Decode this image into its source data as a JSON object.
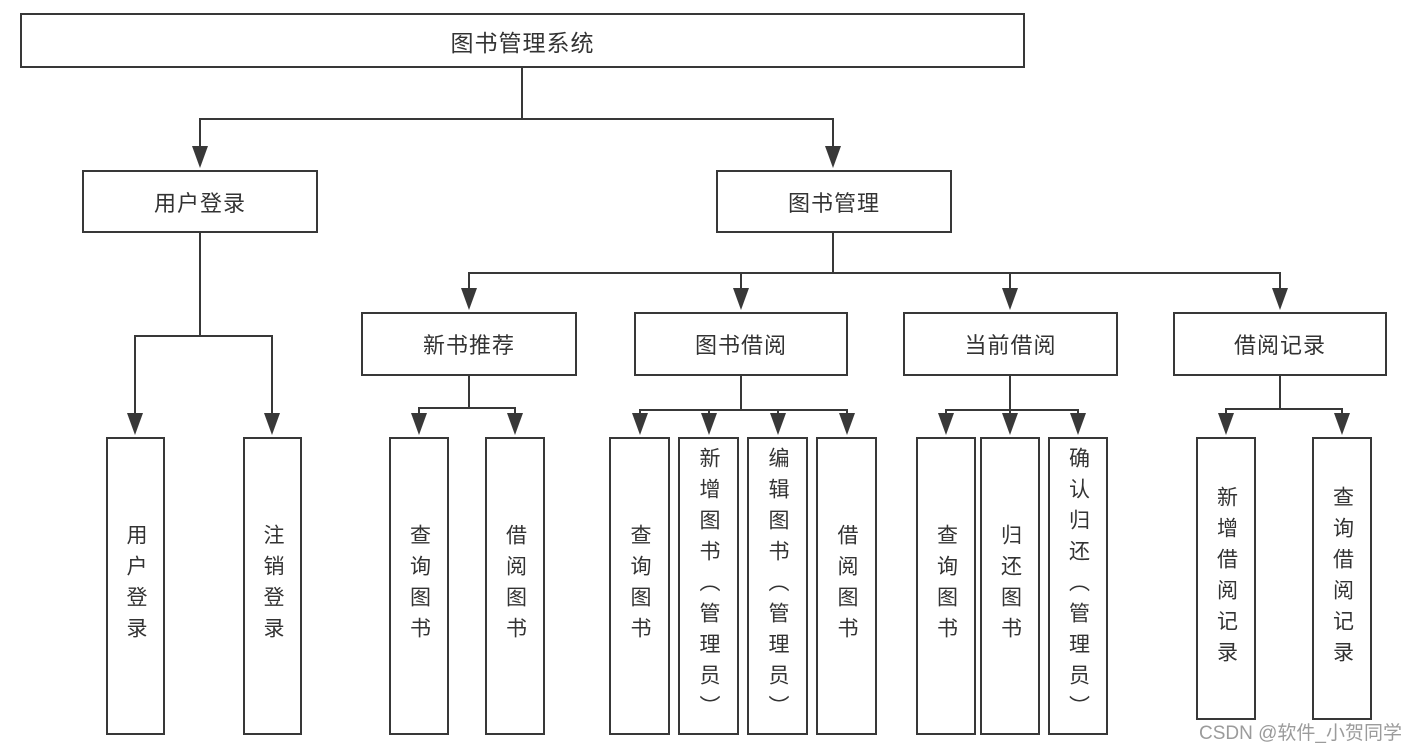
{
  "diagram": {
    "type": "hierarchy-tree",
    "stroke_color": "#383838",
    "text_color": "#333333",
    "box_fill": "#ffffff"
  },
  "tree": {
    "label": "图书管理系统",
    "children": [
      {
        "label": "用户登录",
        "children": [
          {
            "label": "用户登录"
          },
          {
            "label": "注销登录"
          }
        ]
      },
      {
        "label": "图书管理",
        "children": [
          {
            "label": "新书推荐",
            "children": [
              {
                "label": "查询图书"
              },
              {
                "label": "借阅图书"
              }
            ]
          },
          {
            "label": "图书借阅",
            "children": [
              {
                "label": "查询图书"
              },
              {
                "label": "新增图书（管理员）"
              },
              {
                "label": "编辑图书（管理员）"
              },
              {
                "label": "借阅图书"
              }
            ]
          },
          {
            "label": "当前借阅",
            "children": [
              {
                "label": "查询图书"
              },
              {
                "label": "归还图书"
              },
              {
                "label": "确认归还（管理员）"
              }
            ]
          },
          {
            "label": "借阅记录",
            "children": [
              {
                "label": "新增借阅记录"
              },
              {
                "label": "查询借阅记录"
              }
            ]
          }
        ]
      }
    ]
  },
  "watermark": {
    "text": "CSDN @软件_小贺同学",
    "color": "#9b9b9b"
  }
}
